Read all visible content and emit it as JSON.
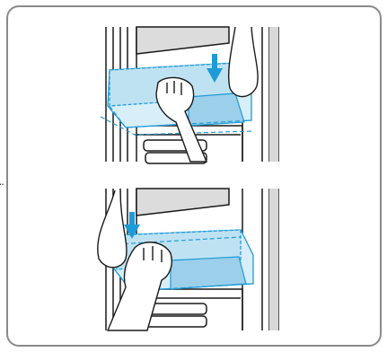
{
  "page": {
    "ellipsis_text": "..."
  },
  "illustration": {
    "steps": [
      {
        "action": "lift-shelf-up",
        "arrow_direction": "down"
      },
      {
        "action": "lower-shelf-down",
        "arrow_direction": "down"
      }
    ],
    "colors": {
      "outline": "#1a1a1a",
      "shelf": "#1e9bd7",
      "shelf_fill": "#cfe9f6",
      "arrow": "#1e9bd7",
      "frame": "#8a8a8a"
    }
  }
}
